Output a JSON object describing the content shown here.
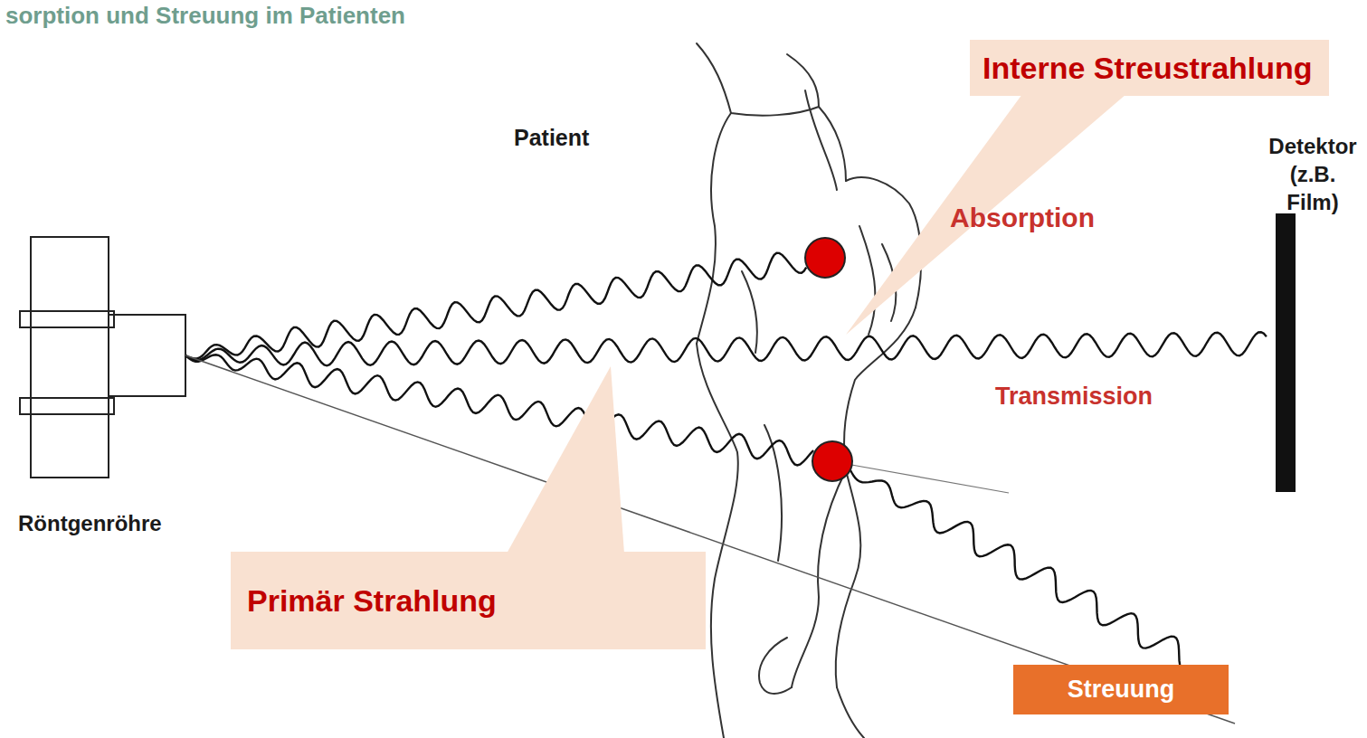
{
  "diagram": {
    "title": "sorption und Streuung im Patienten",
    "nodes": [
      {
        "text": [
          "Interne Streustrahlung"
        ]
      },
      {
        "text": [
          "Primär Strahlung"
        ]
      },
      {
        "text": [
          "Streuung"
        ]
      }
    ],
    "labels": [
      "Patient",
      "Detektor (z.B. Film)",
      "Absorption",
      "Transmission",
      "Röntgenröhre"
    ]
  }
}
